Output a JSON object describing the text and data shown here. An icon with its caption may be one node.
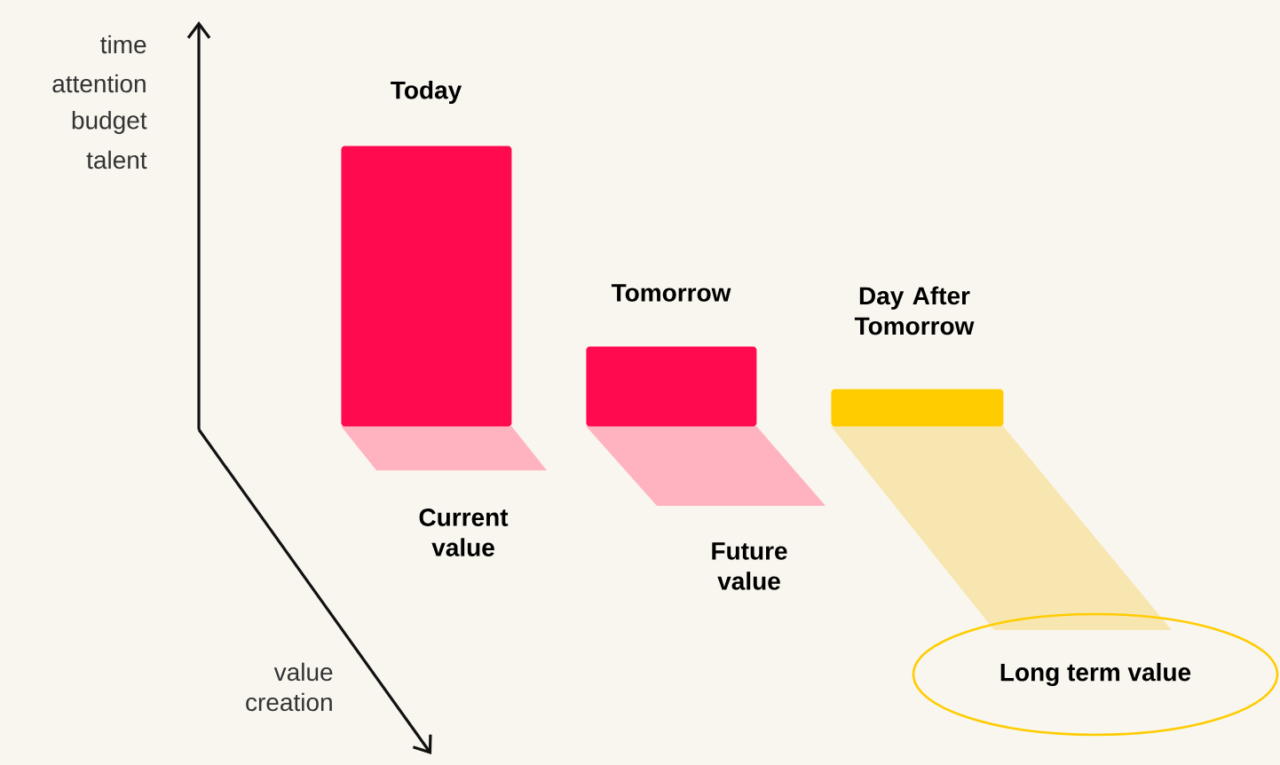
{
  "diagram": {
    "nodes": [
      {
        "text": [
          "Today"
        ]
      },
      {
        "text": [
          "Tomorrow"
        ]
      },
      {
        "text": [
          "Day After Tomorrow"
        ]
      },
      {
        "text": [
          "Long term value"
        ]
      }
    ],
    "labels": [
      "time",
      "attention",
      "budget",
      "talent",
      "value creation",
      "Current value",
      "Future value"
    ]
  }
}
